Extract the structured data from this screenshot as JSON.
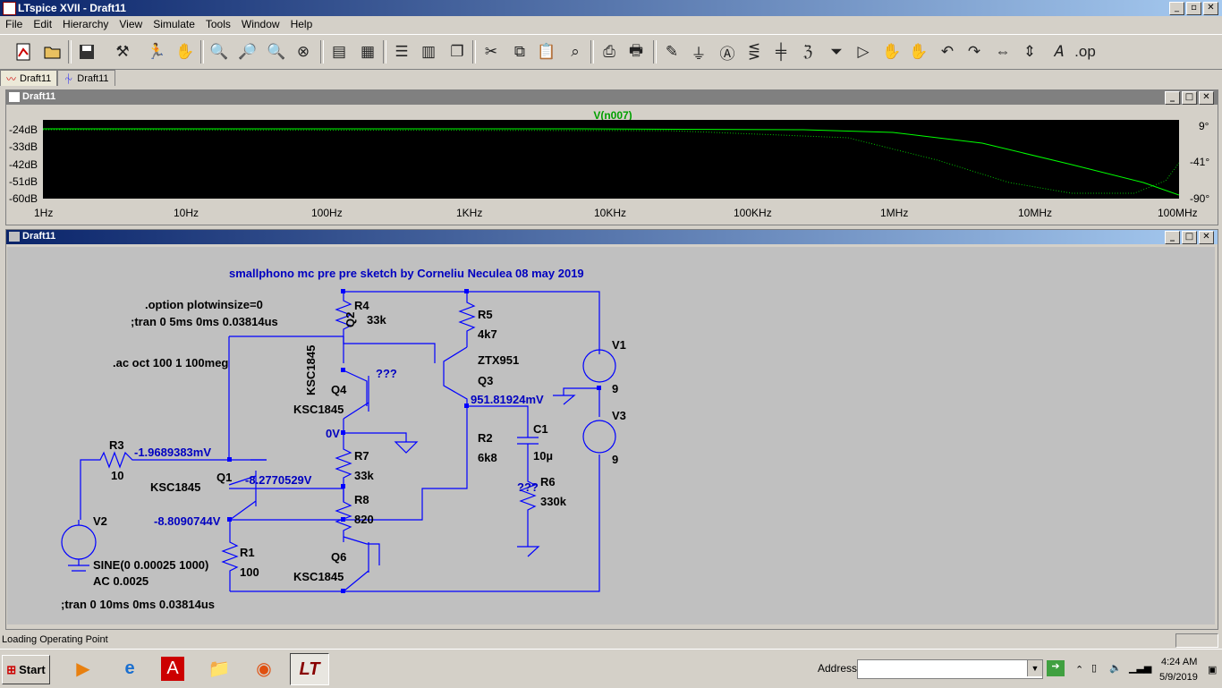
{
  "window": {
    "title": "LTspice XVII - Draft11",
    "buttons": [
      "_",
      "▫",
      "✕"
    ]
  },
  "menu": [
    "File",
    "Edit",
    "Hierarchy",
    "View",
    "Simulate",
    "Tools",
    "Window",
    "Help"
  ],
  "tabs": [
    {
      "label": "Draft11",
      "icon": "waveform-icon"
    },
    {
      "label": "Draft11",
      "icon": "schematic-icon"
    }
  ],
  "plot": {
    "title": "Draft11",
    "trace": "V(n007)",
    "trace_color": "#00ff00",
    "y_left": [
      "-24dB",
      "-33dB",
      "-42dB",
      "-51dB",
      "-60dB"
    ],
    "y_right": [
      "9°",
      "-41°",
      "-90°"
    ],
    "x": [
      "1Hz",
      "10Hz",
      "100Hz",
      "1KHz",
      "10KHz",
      "100KHz",
      "1MHz",
      "10MHz",
      "100MHz"
    ]
  },
  "schematic": {
    "title": "Draft11",
    "heading": "smallphono mc pre pre  sketch by Corneliu Neculea  08 may 2019",
    "directives": [
      ".option plotwinsize=0",
      ";tran 0 5ms 0ms 0.03814us",
      ".ac oct 100 1 100meg",
      ";tran 0 10ms 0ms 0.03814us"
    ],
    "source_v2": [
      "SINE(0 0.00025 1000)",
      "AC 0.0025"
    ],
    "labels": {
      "R4": "R4",
      "R4v": "33k",
      "R5": "R5",
      "R5v": "4k7",
      "Q2": "Q2",
      "Q2m": "KSC1845",
      "Q4": "Q4",
      "Q4m": "KSC1845",
      "Q3m": "ZTX951",
      "Q3": "Q3",
      "V1": "V1",
      "V1v": "9",
      "V3": "V3",
      "V3v": "9",
      "R3": "R3",
      "R3v": "10",
      "Q1": "Q1",
      "Q1m": "KSC1845",
      "R7": "R7",
      "R7v": "33k",
      "R8": "R8",
      "R8v": "820",
      "R2": "R2",
      "R2v": "6k8",
      "C1": "C1",
      "C1v": "10µ",
      "R6": "R6",
      "R6v": "330k",
      "V2": "V2",
      "R1": "R1",
      "R1v": "100",
      "Q6": "Q6",
      "Q6m": "KSC1845",
      "q_unknown1": "???",
      "q_unknown2": "???"
    },
    "voltages": {
      "n1": "-1.9689383mV",
      "n2": "-8.2770529V",
      "n3": "-8.8090744V",
      "n4": "0V",
      "n5": "951.81924mV"
    }
  },
  "status": "Loading Operating Point",
  "taskbar": {
    "start": "Start",
    "address_label": "Address",
    "time": "4:24 AM",
    "date": "5/9/2019"
  }
}
